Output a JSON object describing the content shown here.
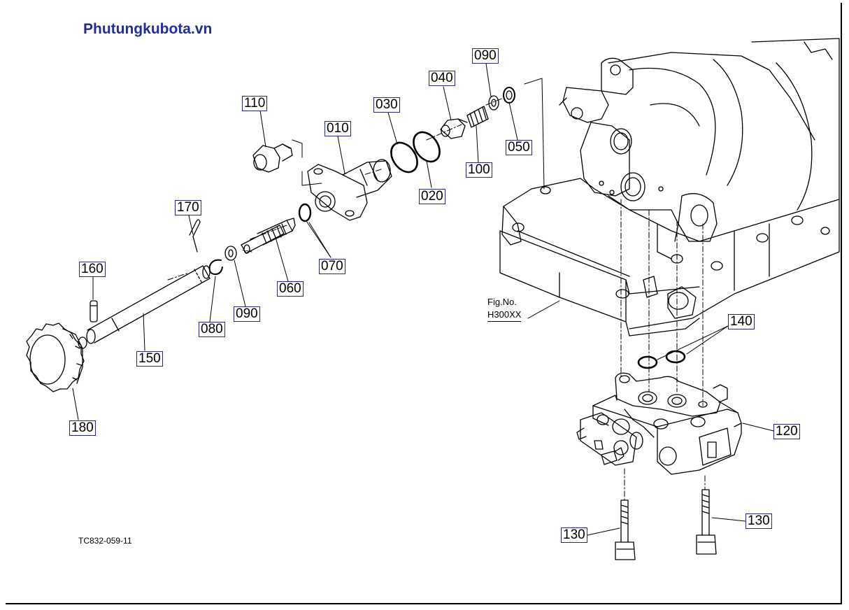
{
  "brand": "Phutungkubota.vn",
  "drawing_code": "TC832-059-11",
  "figure_ref": {
    "line1": "Fig.No.",
    "line2": "H300XX"
  },
  "callouts": {
    "p110": "110",
    "p010": "010",
    "p030": "030",
    "p040": "040",
    "p090a": "090",
    "p050": "050",
    "p100": "100",
    "p020": "020",
    "p170": "170",
    "p160": "160",
    "p070": "070",
    "p060": "060",
    "p090b": "090",
    "p080": "080",
    "p150": "150",
    "p180": "180",
    "p140": "140",
    "p120": "120",
    "p130a": "130",
    "p130b": "130"
  }
}
